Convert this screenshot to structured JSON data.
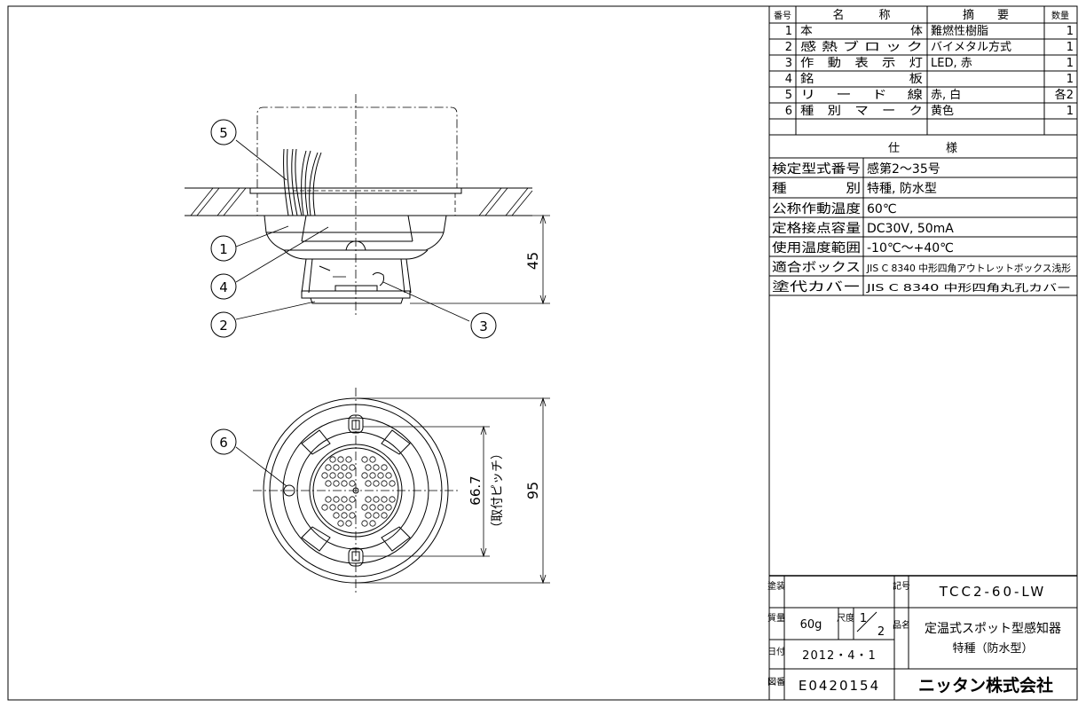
{
  "parts_table": {
    "headers": {
      "no": "番号",
      "name": "名　　　称",
      "remarks": "摘　　要",
      "qty": "数量"
    },
    "rows": [
      {
        "no": "1",
        "name": "本　　　　　　　　体",
        "remarks": "難燃性樹脂",
        "qty": "1"
      },
      {
        "no": "2",
        "name": "感 熱 ブ ロ ッ ク",
        "remarks": "バイメタル方式",
        "qty": "1"
      },
      {
        "no": "3",
        "name": "作　動　表　示　灯",
        "remarks": "LED, 赤",
        "qty": "1"
      },
      {
        "no": "4",
        "name": "銘　　　　　　　板",
        "remarks": "",
        "qty": "1"
      },
      {
        "no": "5",
        "name": "リ　 ー 　ド 　線",
        "remarks": "赤, 白",
        "qty": "各2"
      },
      {
        "no": "6",
        "name": "種　別　マ　ー　ク",
        "remarks": "黄色",
        "qty": "1"
      }
    ]
  },
  "spec": {
    "header": "仕　　　　様",
    "rows": [
      {
        "label": "検定型式番号",
        "value": "感第2～35号"
      },
      {
        "label": "種　　　　別",
        "value": "特種, 防水型"
      },
      {
        "label": "公称作動温度",
        "value": "60℃"
      },
      {
        "label": "定格接点容量",
        "value": "DC30V, 50mA"
      },
      {
        "label": "使用温度範囲",
        "value": "-10℃～+40℃"
      },
      {
        "label": "適合ボックス",
        "value": "JIS C 8340 中形四角アウトレットボックス浅形"
      },
      {
        "label": "塗代カバー",
        "value": "JIS C 8340 中形四角丸孔カバー"
      }
    ]
  },
  "title_block": {
    "paint_label": "塗装",
    "symbol_label": "記号",
    "symbol_value": "TCC2-60-LW",
    "mass_label": "質量",
    "mass_value": "60g",
    "scale_label": "尺度",
    "scale_num": "1",
    "scale_den": "2",
    "product_label": "品名",
    "product_line1": "定温式スポット型感知器",
    "product_line2": "特種（防水型）",
    "date_label": "日付",
    "date_value": "2012・4・1",
    "drawing_label": "図番",
    "drawing_value": "E0420154",
    "company": "ニッタン株式会社"
  },
  "drawing": {
    "balloons": [
      "5",
      "1",
      "4",
      "2",
      "3",
      "6"
    ],
    "dim_height": "45",
    "dim_pitch": "66.7",
    "dim_pitch_note": "（取付ピッチ）",
    "dim_diameter": "95"
  }
}
